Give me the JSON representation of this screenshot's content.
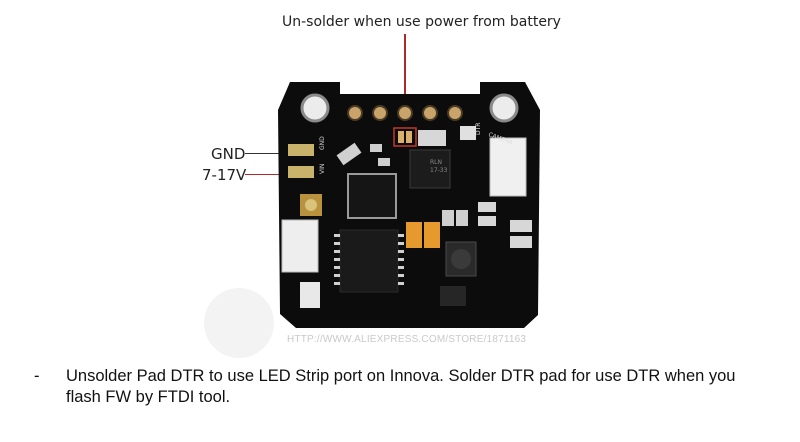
{
  "annotation": {
    "top": "Un-solder when use power from battery",
    "gnd": "GND",
    "voltage": "7-17V"
  },
  "board": {
    "pad_label": "GND",
    "vin_label": "VIN",
    "dtr_label": "DTR",
    "camera_label": "CAMERA",
    "regulator_label": "RLN 17-33"
  },
  "watermark": "HTTP://WWW.ALIEXPRESS.COM/STORE/1871163",
  "caption": {
    "bullet": "-",
    "text": "Unsolder Pad DTR to use LED Strip port on Innova. Solder DTR pad for use DTR when you flash FW by FTDI tool."
  }
}
